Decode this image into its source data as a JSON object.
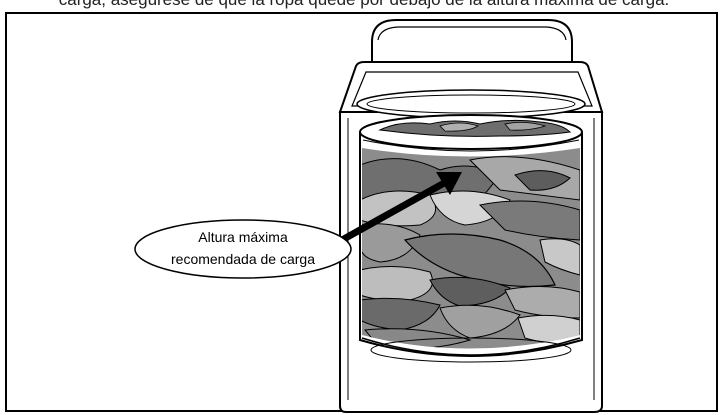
{
  "caption_fragment": "carga, asegúrese de que la ropa quede por debajo de la altura máxima de carga.",
  "callout": {
    "line1": "Altura máxima",
    "line2": "recomendada de carga"
  }
}
